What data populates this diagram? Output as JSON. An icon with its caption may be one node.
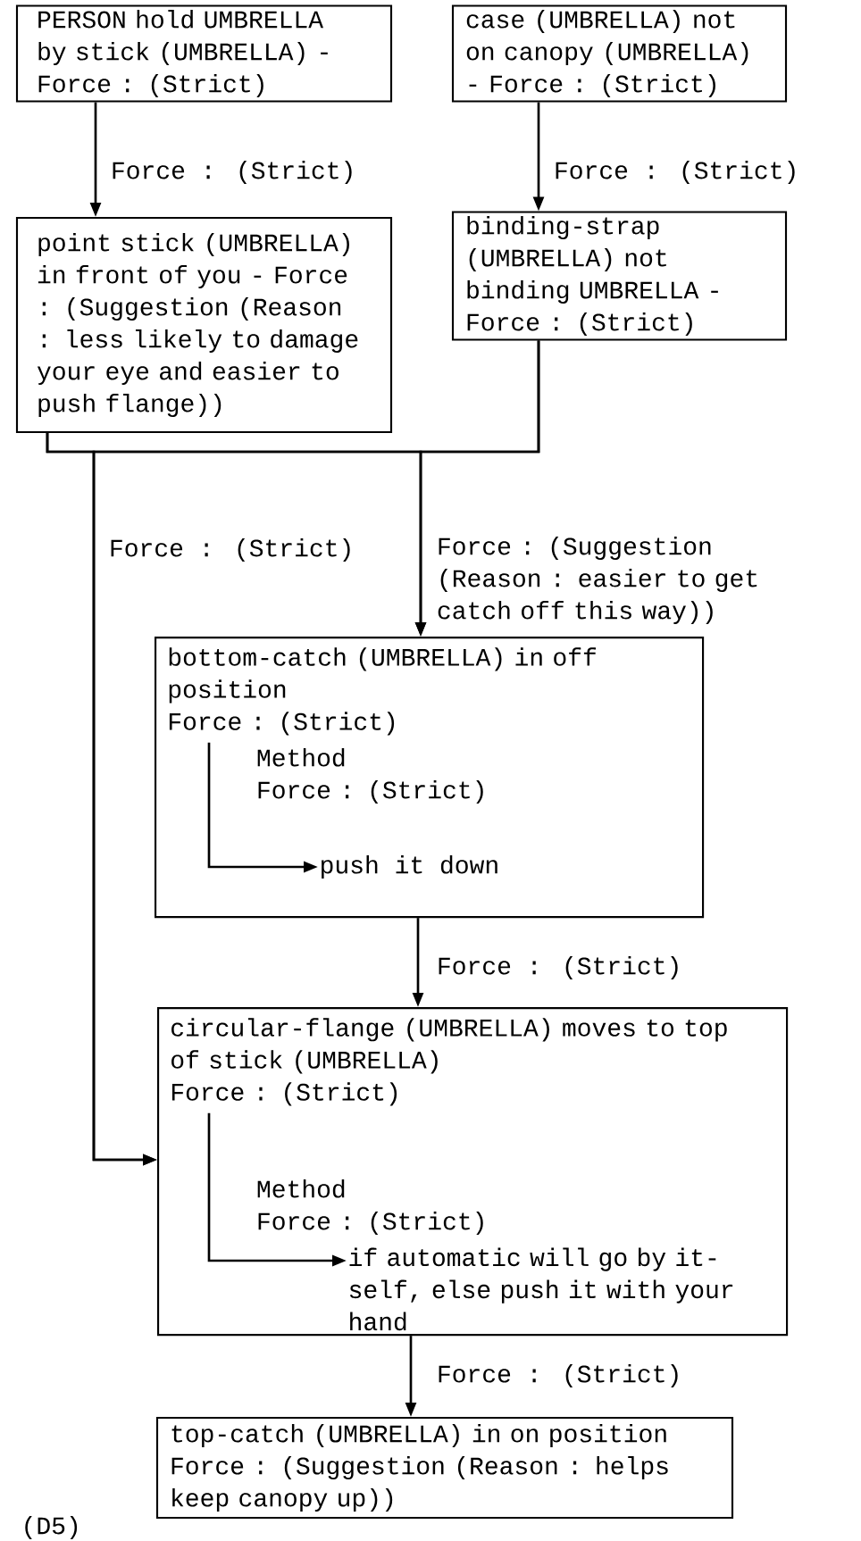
{
  "diagram": {
    "nodes": [
      {
        "text": [
          "PERSON hold UMBRELLA by stick (UMBRELLA) - Force : (Strict)"
        ]
      },
      {
        "text": [
          "case (UMBRELLA) not on canopy (UMBRELLA) - Force : (Strict)"
        ]
      },
      {
        "text": [
          "point stick (UMBRELLA) in front of you - Force : (Suggestion (Reason : less likely to damage your eye and easier to push flange))"
        ]
      },
      {
        "text": [
          "binding-strap (UMBRELLA) not binding UMBRELLA - Force : (Strict)"
        ]
      },
      {
        "text": [
          "bottom-catch (UMBRELLA) in off position",
          "Force : (Strict)"
        ]
      },
      {
        "text": [
          "push it down"
        ],
        "in": 4
      },
      {
        "text": [
          "circular-flange (UMBRELLA) moves to top of stick (UMBRELLA)",
          "Force : (Strict)"
        ]
      },
      {
        "text": [
          "if automatic will go by it-self, else push it with your hand"
        ],
        "in": 6
      },
      {
        "text": [
          "top-catch (UMBRELLA) in on position",
          "Force : (Suggestion (Reason : helps keep canopy up))"
        ]
      }
    ],
    "edges": [
      {
        "from": 0,
        "to": 2,
        "arrow": "to",
        "label": "Force : (Strict)"
      },
      {
        "from": 1,
        "to": 3,
        "arrow": "to",
        "label": "Force : (Strict)"
      },
      {
        "from": 2,
        "to": 6,
        "arrow": "to",
        "label": "Force : (Strict)"
      },
      {
        "from": 3,
        "to": 6,
        "arrow": "to"
      },
      {
        "from": 2,
        "to": 4,
        "arrow": "to",
        "label": "Force : (Suggestion (Reason : easier to get catch off this way))"
      },
      {
        "from": 3,
        "to": 4,
        "arrow": "to"
      },
      {
        "from": null,
        "to": 5,
        "arrow": "to",
        "label": "Method Force : (Strict)"
      },
      {
        "from": 4,
        "to": 6,
        "arrow": "to",
        "label": "Force : (Strict)"
      },
      {
        "from": 6,
        "to": 7,
        "arrow": "to",
        "label": "Method Force : (Strict)"
      },
      {
        "from": 6,
        "to": 8,
        "arrow": "to",
        "label": "Force : (Strict)"
      }
    ],
    "labels": [
      "(D5)"
    ]
  }
}
